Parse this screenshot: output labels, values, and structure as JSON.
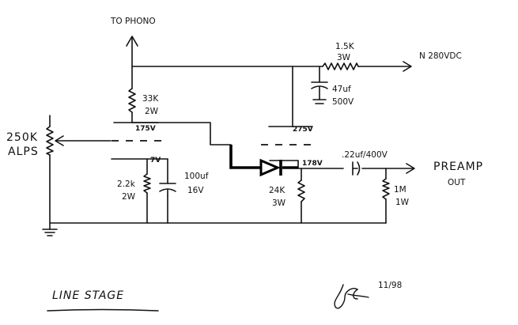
{
  "labels": {
    "to_phono": "TO PHONO",
    "supply": "N 280VDC",
    "preamp_line1": "PREAMP",
    "preamp_line2": "OUT",
    "pot_value": "250K",
    "pot_brand": "ALPS",
    "title": "LINE STAGE",
    "date": "11/98"
  },
  "components": {
    "r_33k": {
      "value": "33K",
      "rating": "2W"
    },
    "r_1_5k": {
      "value": "1.5K",
      "rating": "3W"
    },
    "c_47uf": {
      "value": "47uf",
      "rating": "500V"
    },
    "r_2_2k": {
      "value": "2.2k",
      "rating": "2W"
    },
    "c_100uf": {
      "value": "100uf",
      "rating": "16V"
    },
    "r_24k": {
      "value": "24K",
      "rating": "3W"
    },
    "c_22uf": {
      "value": ".22uf/400V"
    },
    "r_1m": {
      "value": "1M",
      "rating": "1W"
    }
  },
  "voltages": {
    "v1_plate": "175V",
    "v1_cathode": "7V",
    "v2_plate": "275V",
    "v2_cathode": "178V"
  }
}
